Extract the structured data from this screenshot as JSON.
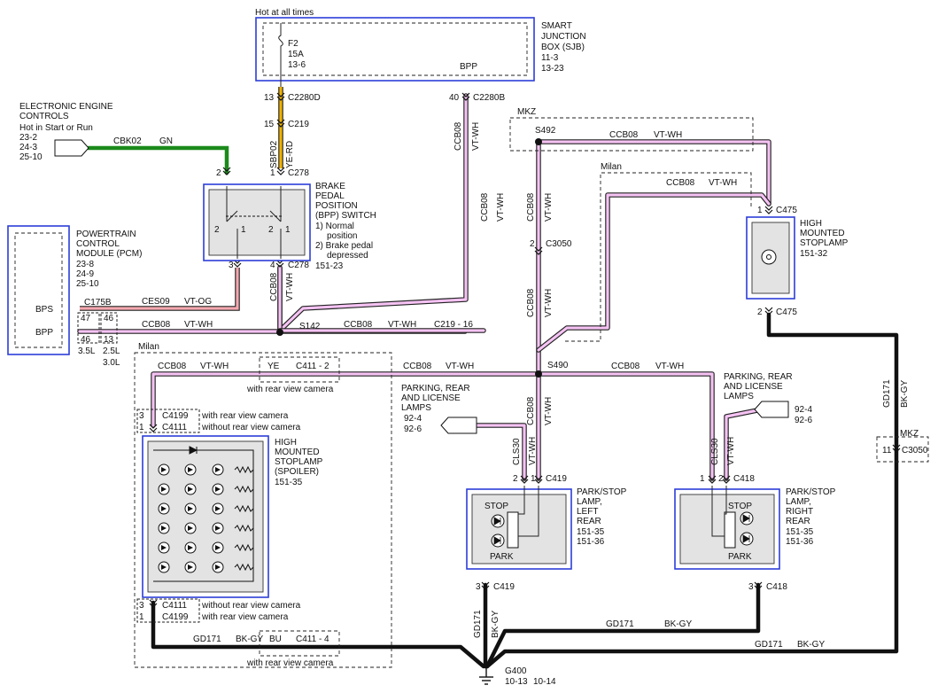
{
  "supply": {
    "hot_at_all_times": "Hot at all times"
  },
  "sjb": {
    "title": [
      "SMART",
      "JUNCTION",
      "BOX (SJB)",
      "11-3",
      "13-23"
    ],
    "fuse": [
      "F2",
      "15A",
      "13-6"
    ],
    "pin_bpp": "BPP"
  },
  "connectors": {
    "c2280d": "C2280D",
    "pin13": "13",
    "c219": "C219",
    "pin15": "15",
    "c2280b": "C2280B",
    "pin40": "40",
    "c278_top": "C278",
    "pin2_top": "2",
    "pin1_top": "1",
    "c278_bot": "C278",
    "pin3": "3",
    "pin4": "4",
    "c175b": "C175B",
    "c219_16": "C219 - 16",
    "c3050": "C3050",
    "c3050_pin": "2",
    "c475_top": "C475",
    "c475_top_pin": "1",
    "c475_bot": "C475",
    "c475_bot_pin": "2",
    "c419": "C419",
    "c418": "C418",
    "c419_bot": "C419",
    "c418_bot": "C418",
    "pin3_l": "3",
    "pin3_r": "3",
    "c411_2": "C411 - 2",
    "ye": "YE",
    "c411_4": "C411 - 4",
    "bu": "BU",
    "c4199_top": "C4199",
    "c4111_top": "C4111",
    "c4111_bot": "C4111",
    "c4199_bot": "C4199",
    "mkz_c3050": "C3050",
    "mkz_pin": "11"
  },
  "wires": {
    "sbp02": "SBP02",
    "ye_rd": "YE-RD",
    "cbk02": "CBK02",
    "gn": "GN",
    "ces09": "CES09",
    "vt_og": "VT-OG",
    "ccb08": "CCB08",
    "vt_wh": "VT-WH",
    "cls30": "CLS30",
    "gd171": "GD171",
    "bk_gy": "BK-GY"
  },
  "eec": {
    "title": [
      "ELECTRONIC ENGINE",
      "CONTROLS"
    ],
    "sub": [
      "Hot in Start or Run",
      "23-2",
      "24-3",
      "25-10"
    ]
  },
  "pcm": {
    "title": [
      "POWERTRAIN",
      "CONTROL",
      "MODULE (PCM)"
    ],
    "refs": [
      "23-8",
      "24-9",
      "25-10"
    ],
    "bps": "BPS",
    "bpp": "BPP",
    "pins_top": [
      "47",
      "46"
    ],
    "pins_bot": [
      "46",
      "13"
    ],
    "var_left": "3.5L",
    "var_mid": "2.5L",
    "var_bot": "3.0L"
  },
  "bpp_switch": {
    "title": [
      "BRAKE",
      "PEDAL",
      "POSITION",
      "(BPP) SWITCH"
    ],
    "notes": [
      "1) Normal",
      "position",
      "2) Brake pedal",
      "depressed",
      "151-23"
    ],
    "pins": [
      "2",
      "1",
      "2",
      "1"
    ]
  },
  "splices": {
    "s142": "S142",
    "s490": "S490",
    "s492": "S492"
  },
  "variants": {
    "mkz": "MKZ",
    "milan": "Milan",
    "milan2": "Milan",
    "mkz2": "MKZ"
  },
  "chmsl": {
    "title": [
      "HIGH",
      "MOUNTED",
      "STOPLAMP"
    ],
    "ref": "151-32"
  },
  "chmsl_spoiler": {
    "title": [
      "HIGH",
      "MOUNTED",
      "STOPLAMP",
      "(SPOILER)"
    ],
    "ref": "151-35"
  },
  "rvc": {
    "with": "with rear view camera",
    "without": "without rear view camera"
  },
  "parking_left": {
    "title": [
      "PARKING, REAR",
      "AND LICENSE",
      "LAMPS"
    ],
    "refs": [
      "92-4",
      "92-6"
    ]
  },
  "parking_right": {
    "title": [
      "PARKING, REAR",
      "AND LICENSE",
      "LAMPS"
    ],
    "refs": [
      "92-4",
      "92-6"
    ]
  },
  "lamp_left": {
    "title": [
      "PARK/STOP",
      "LAMP,",
      "LEFT",
      "REAR"
    ],
    "refs": [
      "151-35",
      "151-36"
    ],
    "stop": "STOP",
    "park": "PARK",
    "pins": [
      "2",
      "1"
    ]
  },
  "lamp_right": {
    "title": [
      "PARK/STOP",
      "LAMP,",
      "RIGHT",
      "REAR"
    ],
    "refs": [
      "151-35",
      "151-36"
    ],
    "stop": "STOP",
    "park": "PARK",
    "pins": [
      "1",
      "2"
    ]
  },
  "ground": {
    "g400": "G400",
    "refs": [
      "10-13",
      "10-14"
    ]
  },
  "pin_labels": {
    "p3": "3",
    "p1": "1"
  }
}
